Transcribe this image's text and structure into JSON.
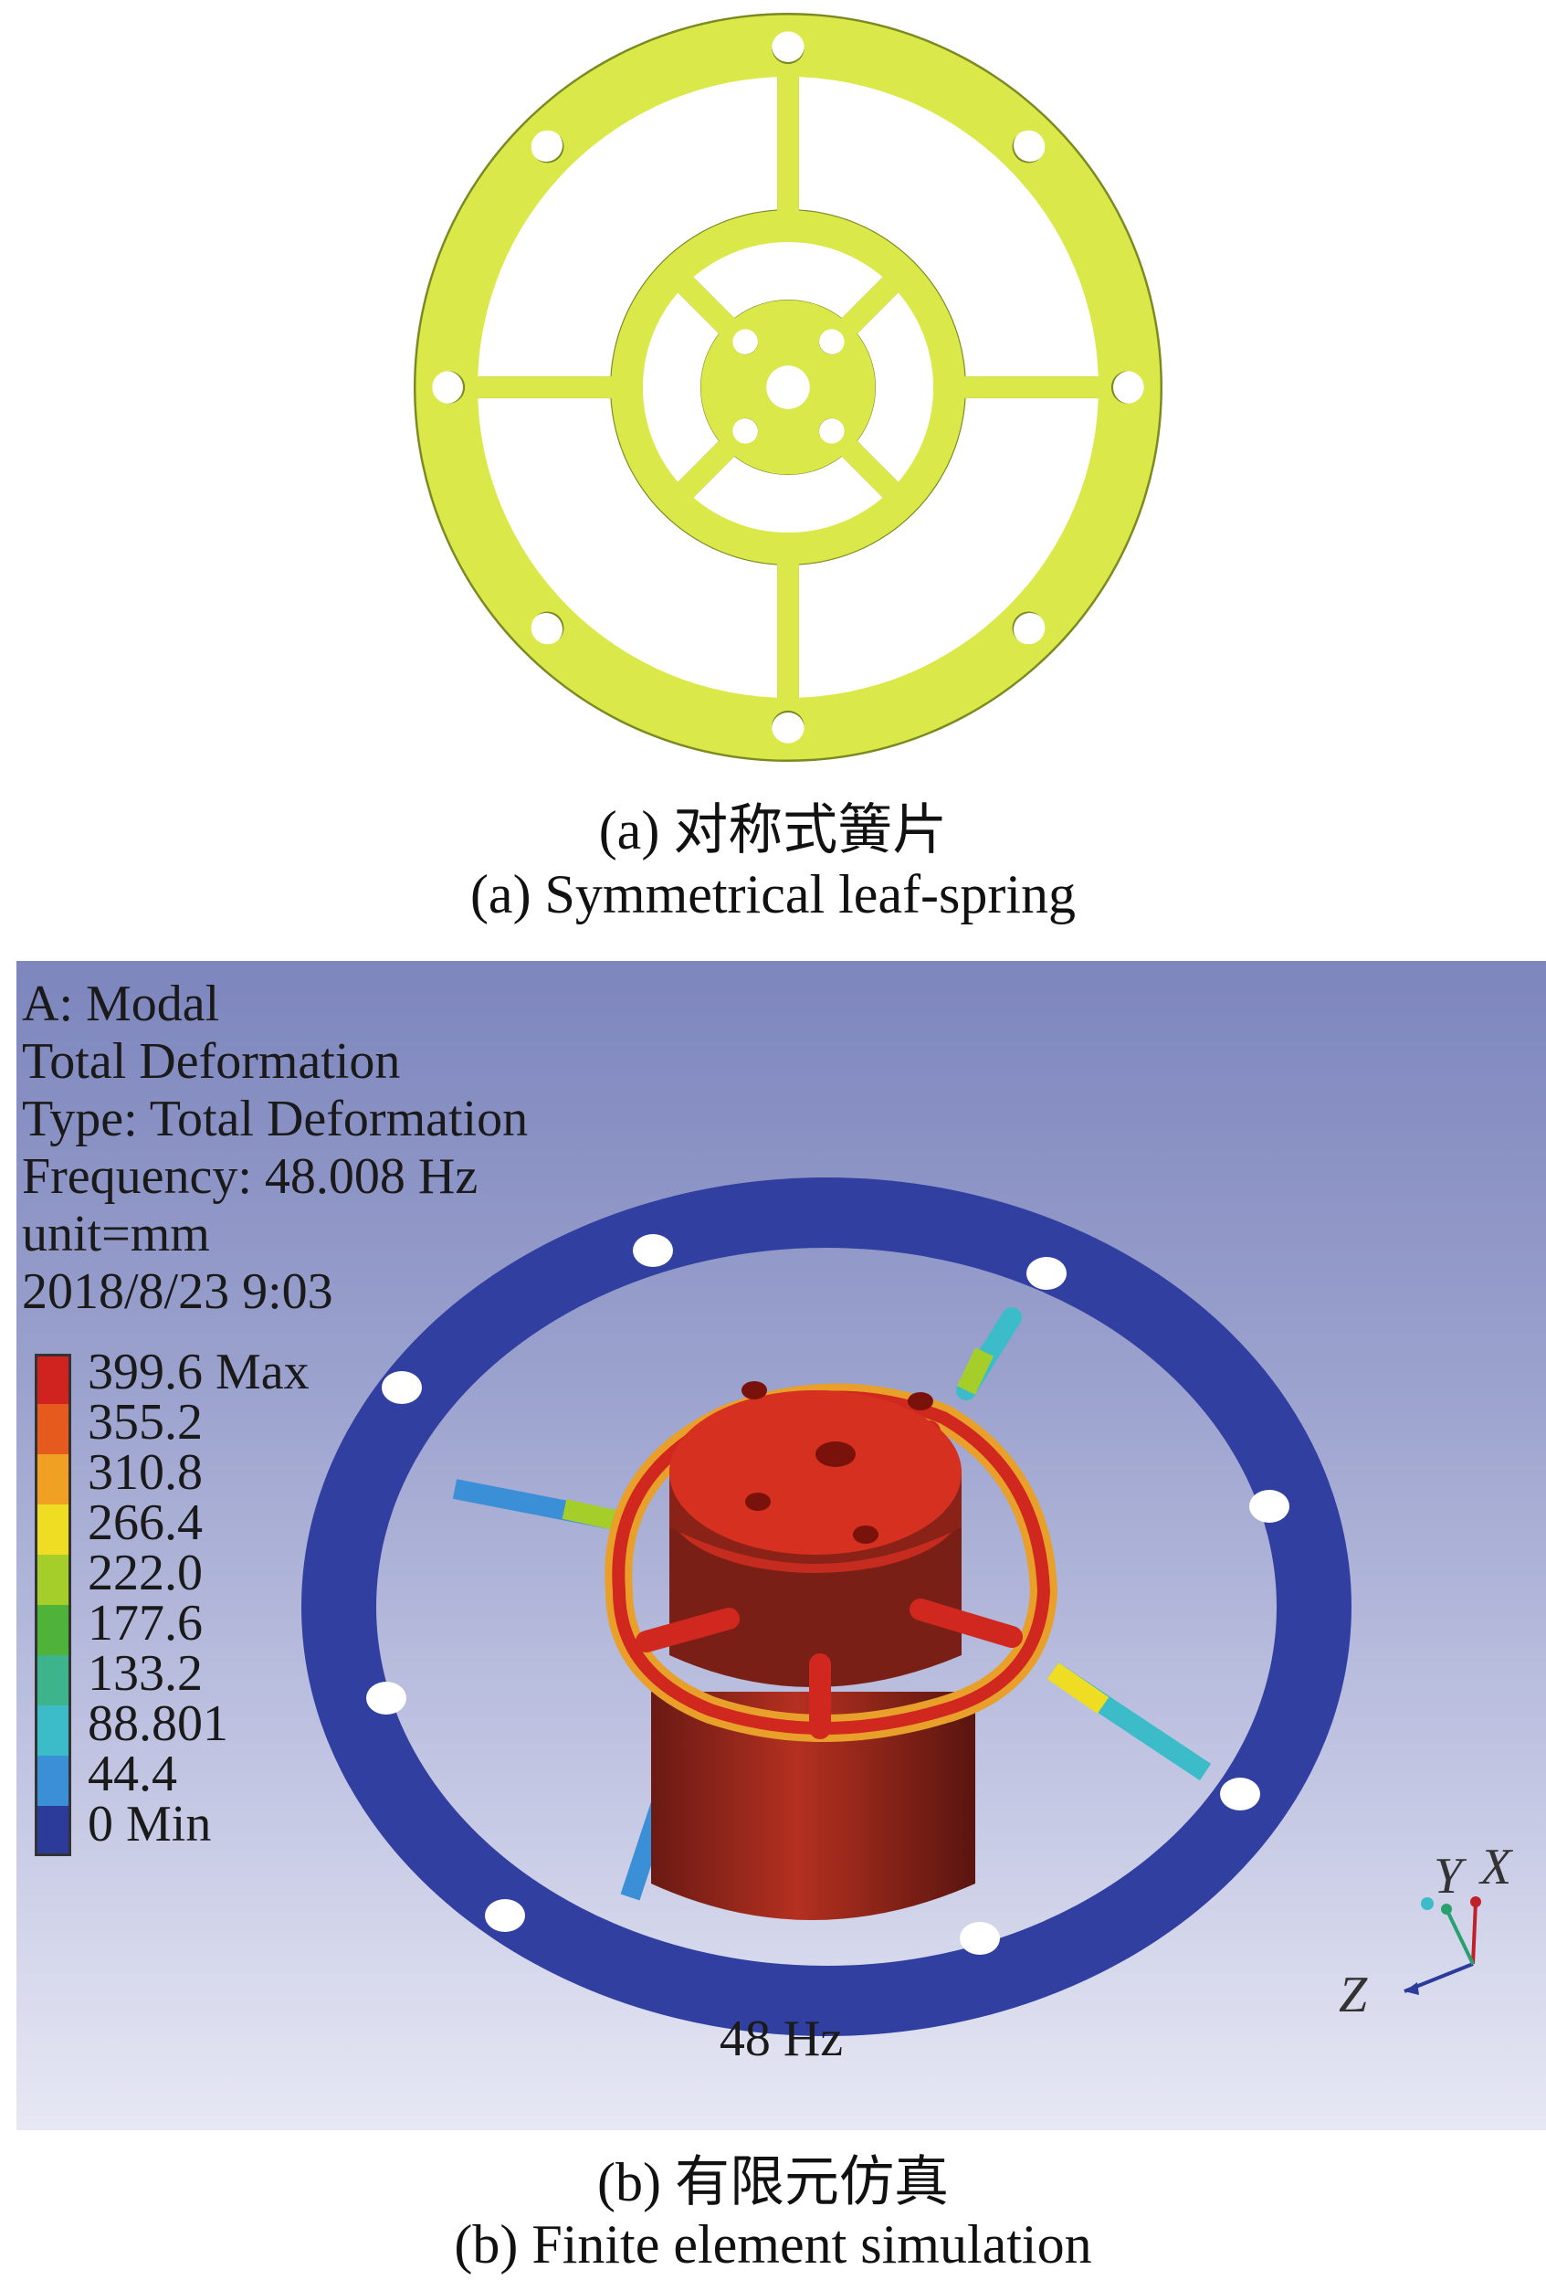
{
  "figure_a": {
    "caption_cn": "(a) 对称式簧片",
    "caption_en": "(a) Symmetrical leaf-spring",
    "colors": {
      "spring": "#dbe84a",
      "outline": "#7a8a20"
    }
  },
  "figure_b": {
    "info_lines": [
      "A: Modal",
      "Total Deformation",
      "Type: Total Deformation",
      "Frequency: 48.008 Hz",
      "unit=mm",
      "2018/8/23 9:03"
    ],
    "legend": [
      {
        "label": "399.6 Max",
        "color": "#d0221e"
      },
      {
        "label": "355.2",
        "color": "#e65a1e"
      },
      {
        "label": "310.8",
        "color": "#f0a022"
      },
      {
        "label": "266.4",
        "color": "#eedd22"
      },
      {
        "label": "222.0",
        "color": "#a6ce2a"
      },
      {
        "label": "177.6",
        "color": "#4fb33a"
      },
      {
        "label": "133.2",
        "color": "#3db48c"
      },
      {
        "label": "88.801",
        "color": "#3cbcc8"
      },
      {
        "label": "44.4",
        "color": "#3a8fd6"
      },
      {
        "label": "0 Min",
        "color": "#2c3a9a"
      }
    ],
    "frequency_label": "48 Hz",
    "axes": {
      "x": "X",
      "y": "Y",
      "z": "Z"
    },
    "caption_cn": "(b) 有限元仿真",
    "caption_en": "(b) Finite element simulation"
  }
}
